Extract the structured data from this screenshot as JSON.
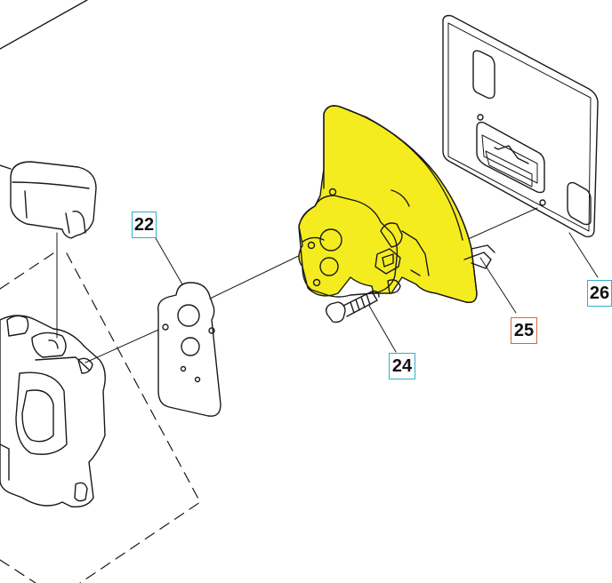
{
  "diagram": {
    "highlight_color": "#f5ec20",
    "line_color": "#1a1a1a",
    "callouts": [
      {
        "id": "22",
        "label": "22",
        "state": "normal",
        "border_color": "#2bb3c8"
      },
      {
        "id": "24",
        "label": "24",
        "state": "normal",
        "border_color": "#2bb3c8"
      },
      {
        "id": "25",
        "label": "25",
        "state": "selected",
        "border_color": "#e0663a"
      },
      {
        "id": "26",
        "label": "26",
        "state": "normal",
        "border_color": "#2bb3c8"
      }
    ]
  }
}
